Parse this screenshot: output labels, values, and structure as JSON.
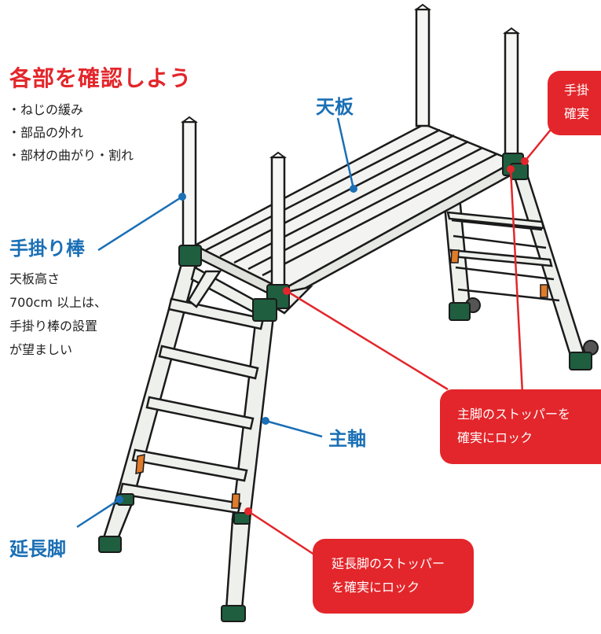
{
  "title": "各部を確認しよう",
  "checklist": [
    "・ねじの緩み",
    "・部品の外れ",
    "・部材の曲がり・割れ"
  ],
  "labels": {
    "top_board": "天板",
    "handrail": "手掛り棒",
    "main_shaft": "主軸",
    "extension_leg": "延長脚"
  },
  "note": [
    "天板高さ",
    "700cm 以上は、",
    "手掛り棒の設置",
    "が望ましい"
  ],
  "callouts": {
    "handrail_lock": [
      "手掛",
      "確実"
    ],
    "main_leg_stopper": [
      "主脚のストッパーを",
      "確実にロック"
    ],
    "extension_leg_stopper": [
      "延長脚のストッパー",
      "を確実にロック"
    ]
  },
  "colors": {
    "title_red": "#e3262b",
    "label_blue": "#1a6fb5",
    "callout_red": "#e3262b",
    "frame_green": "#1f5e3f",
    "frame_fill": "#eef0ec",
    "stopper_orange": "#e07b2a"
  }
}
